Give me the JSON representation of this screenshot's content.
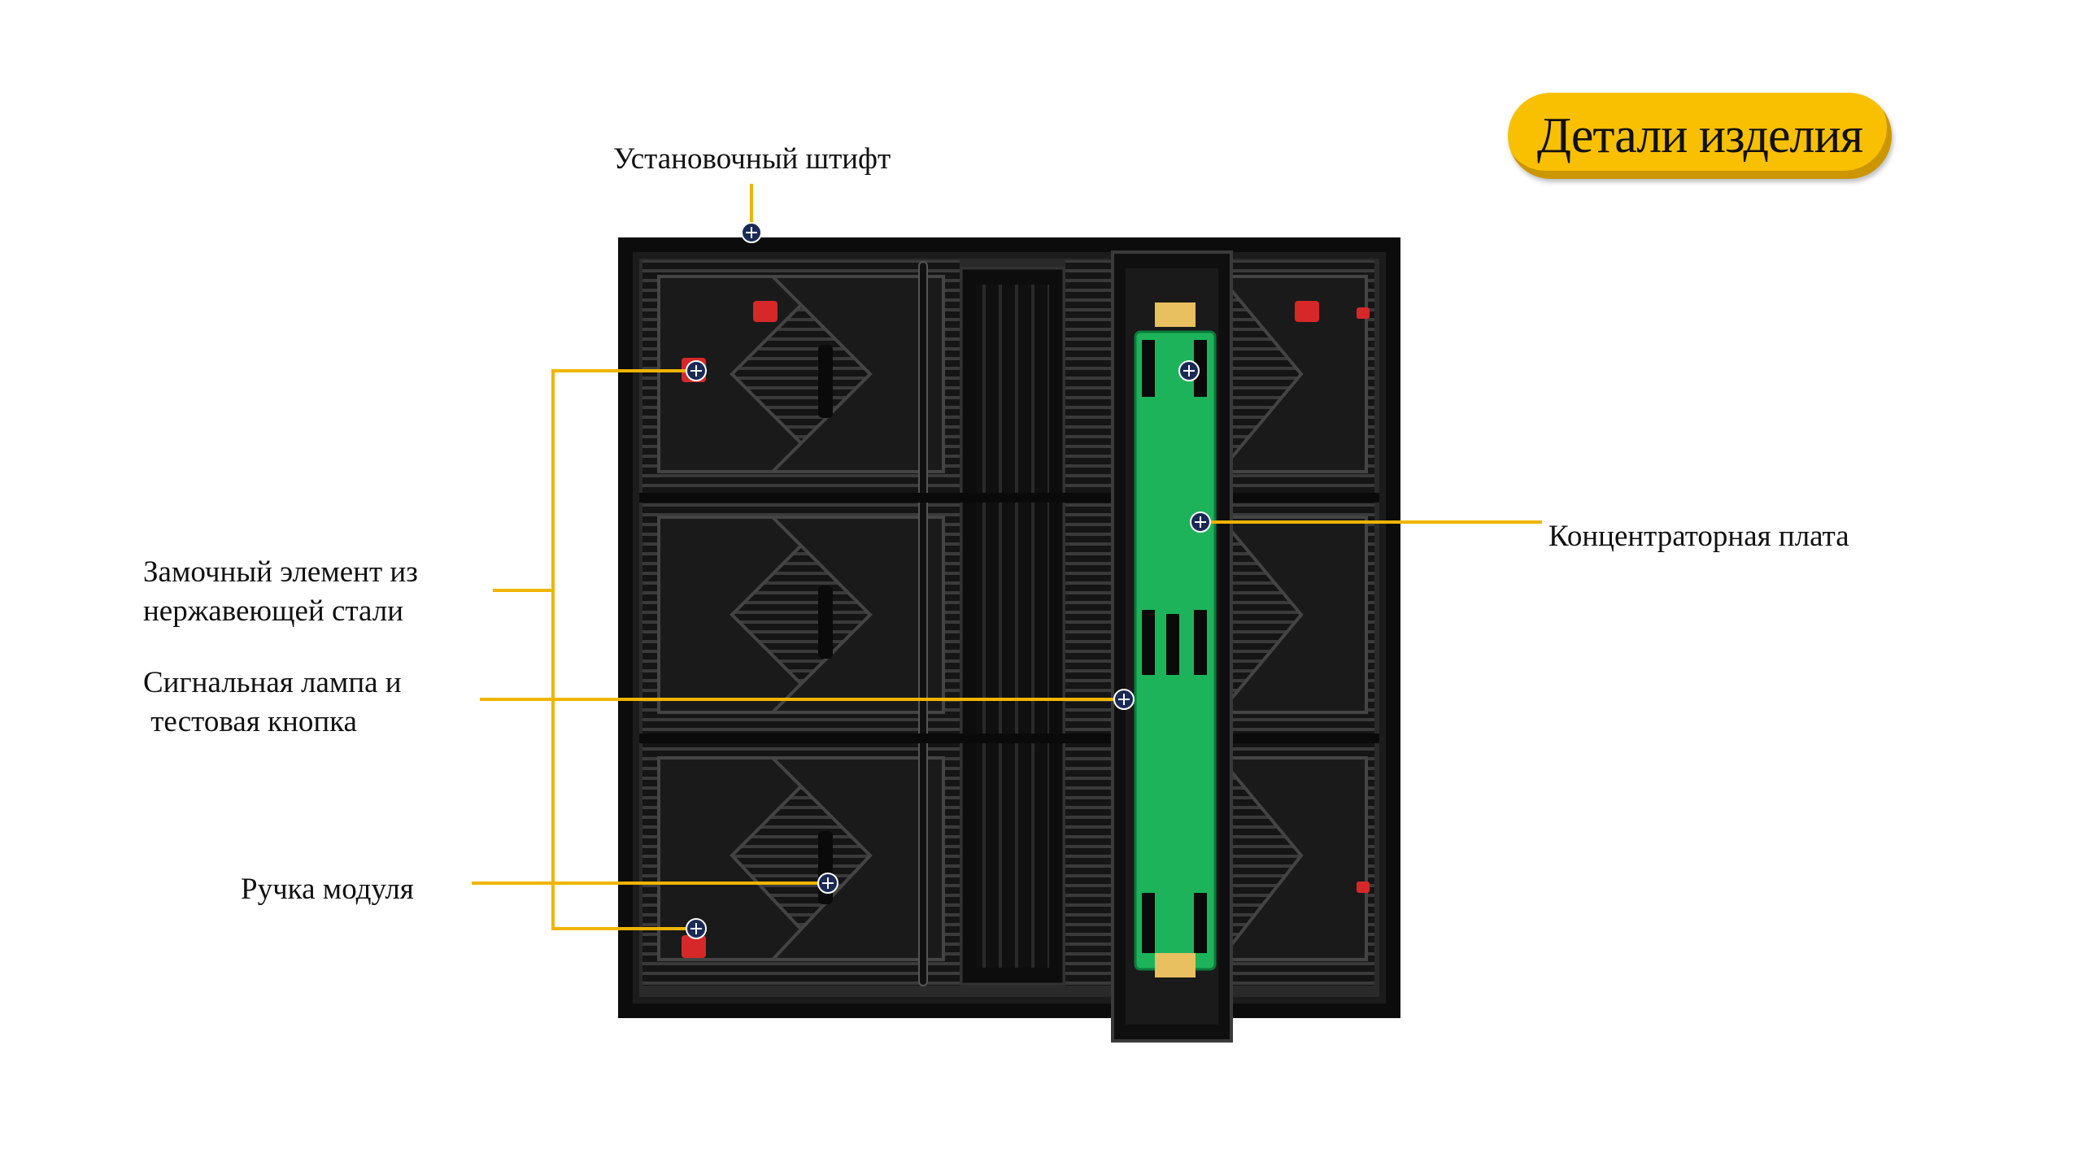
{
  "title": "Детали изделия",
  "labels": {
    "mounting_pin": "Установочный штифт",
    "hub_board": "Концентраторная плата",
    "lock_line1": "Замочный элемент из",
    "lock_line2": "нержавеющей стали",
    "signal_line1": "Сигнальная лампа и",
    "signal_line2": " тестовая кнопка",
    "handle": "Ручка модуля"
  },
  "colors": {
    "leader_line": "#f0b400",
    "cabinet": "#1c1c1c",
    "board": "#1db35a",
    "lock": "#d62828",
    "title_pill": "#f8c000"
  },
  "icons": {
    "marker": "crosshair-marker-icon"
  }
}
